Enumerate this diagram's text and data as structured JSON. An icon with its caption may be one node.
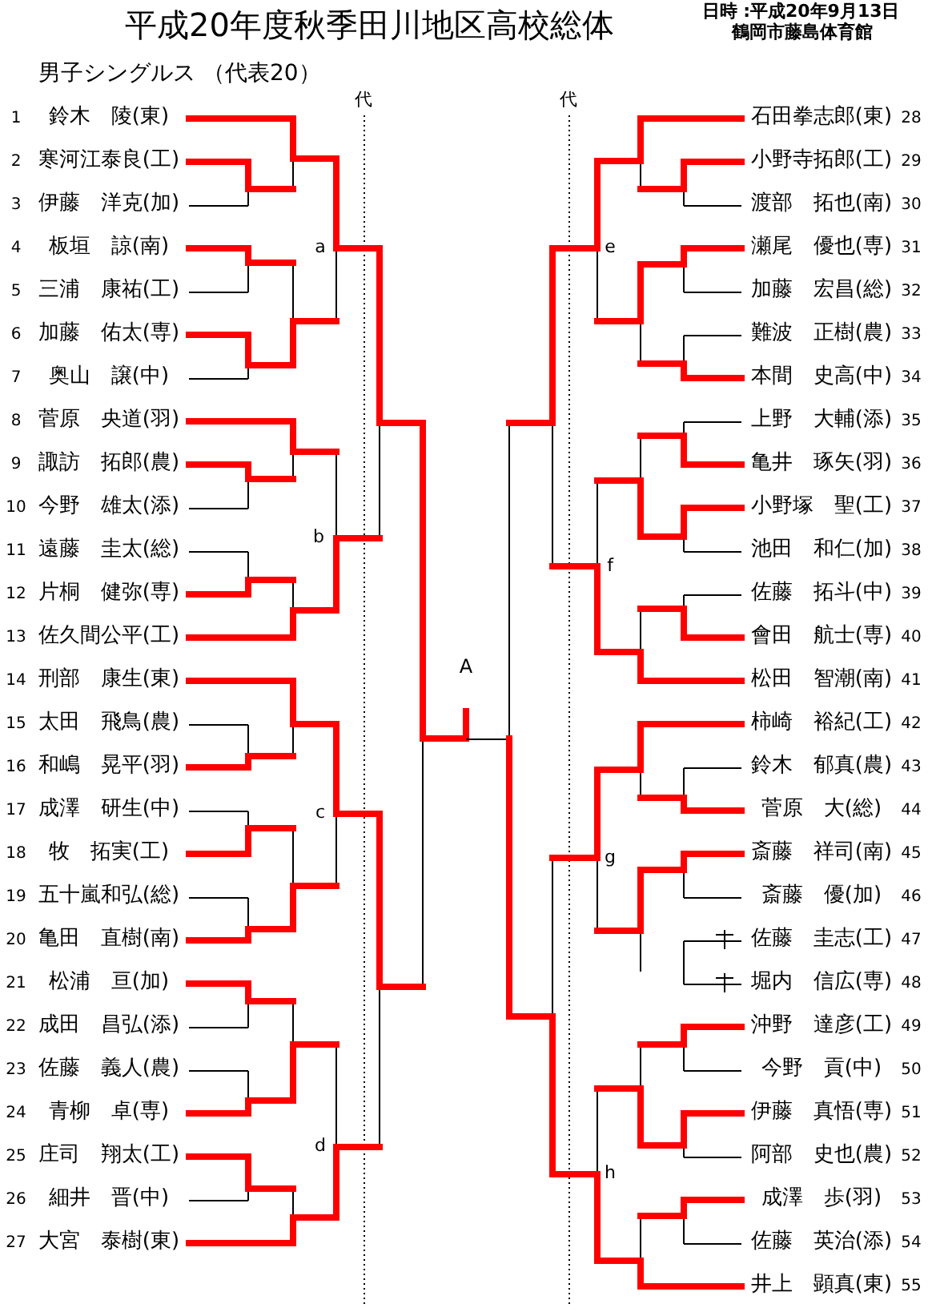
{
  "diagram": {
    "title": "平成20年度秋季田川地区高校総体",
    "labels": [
      "日時 :平成20年9月13日",
      "鶴岡市藤島体育館",
      "男子シングルス （代表20）",
      "代",
      "代",
      "1",
      "鈴木　陵(東)",
      "2",
      "寒河江泰良(工)",
      "3",
      "伊藤　洋克(加)",
      "4",
      "板垣　諒(南)",
      "5",
      "三浦　康祐(工)",
      "6",
      "加藤　佑太(専)",
      "7",
      "奥山　譲(中)",
      "8",
      "菅原　央道(羽)",
      "9",
      "諏訪　拓郎(農)",
      "10",
      "今野　雄太(添)",
      "11",
      "遠藤　圭太(総)",
      "12",
      "片桐　健弥(専)",
      "13",
      "佐久間公平(工)",
      "14",
      "刑部　康生(東)",
      "15",
      "太田　飛鳥(農)",
      "16",
      "和嶋　晃平(羽)",
      "17",
      "成澤　研生(中)",
      "18",
      "牧　拓実(工)",
      "19",
      "五十嵐和弘(総)",
      "20",
      "亀田　直樹(南)",
      "21",
      "松浦　亘(加)",
      "22",
      "成田　昌弘(添)",
      "23",
      "佐藤　義人(農)",
      "24",
      "青柳　卓(専)",
      "25",
      "庄司　翔太(工)",
      "26",
      "細井　晋(中)",
      "27",
      "大宮　泰樹(東)",
      "a",
      "b",
      "c",
      "d",
      "A",
      "e",
      "f",
      "g",
      "h",
      "石田拳志郎(東)",
      "28",
      "小野寺拓郎(工)",
      "29",
      "渡部　拓也(南)",
      "30",
      "瀬尾　優也(専)",
      "31",
      "加藤　宏昌(総)",
      "32",
      "難波　正樹(農)",
      "33",
      "本間　史高(中)",
      "34",
      "上野　大輔(添)",
      "35",
      "亀井　琢矢(羽)",
      "36",
      "小野塚　聖(工)",
      "37",
      "池田　和仁(加)",
      "38",
      "佐藤　拓斗(中)",
      "39",
      "會田　航士(専)",
      "40",
      "松田　智潮(南)",
      "41",
      "柿崎　裕紀(工)",
      "42",
      "鈴木　郁真(農)",
      "43",
      "菅原　大(総)",
      "44",
      "斎藤　祥司(南)",
      "45",
      "斎藤　優(加)",
      "46",
      "佐藤　圭志(工)",
      "47",
      "堀内　信広(専)",
      "48",
      "沖野　達彦(工)",
      "49",
      "今野　貢(中)",
      "50",
      "伊藤　真悟(専)",
      "51",
      "阿部　史也(農)",
      "52",
      "成澤　歩(羽)",
      "53",
      "佐藤　英治(添)",
      "54",
      "井上　顕真(東)",
      "55"
    ]
  }
}
